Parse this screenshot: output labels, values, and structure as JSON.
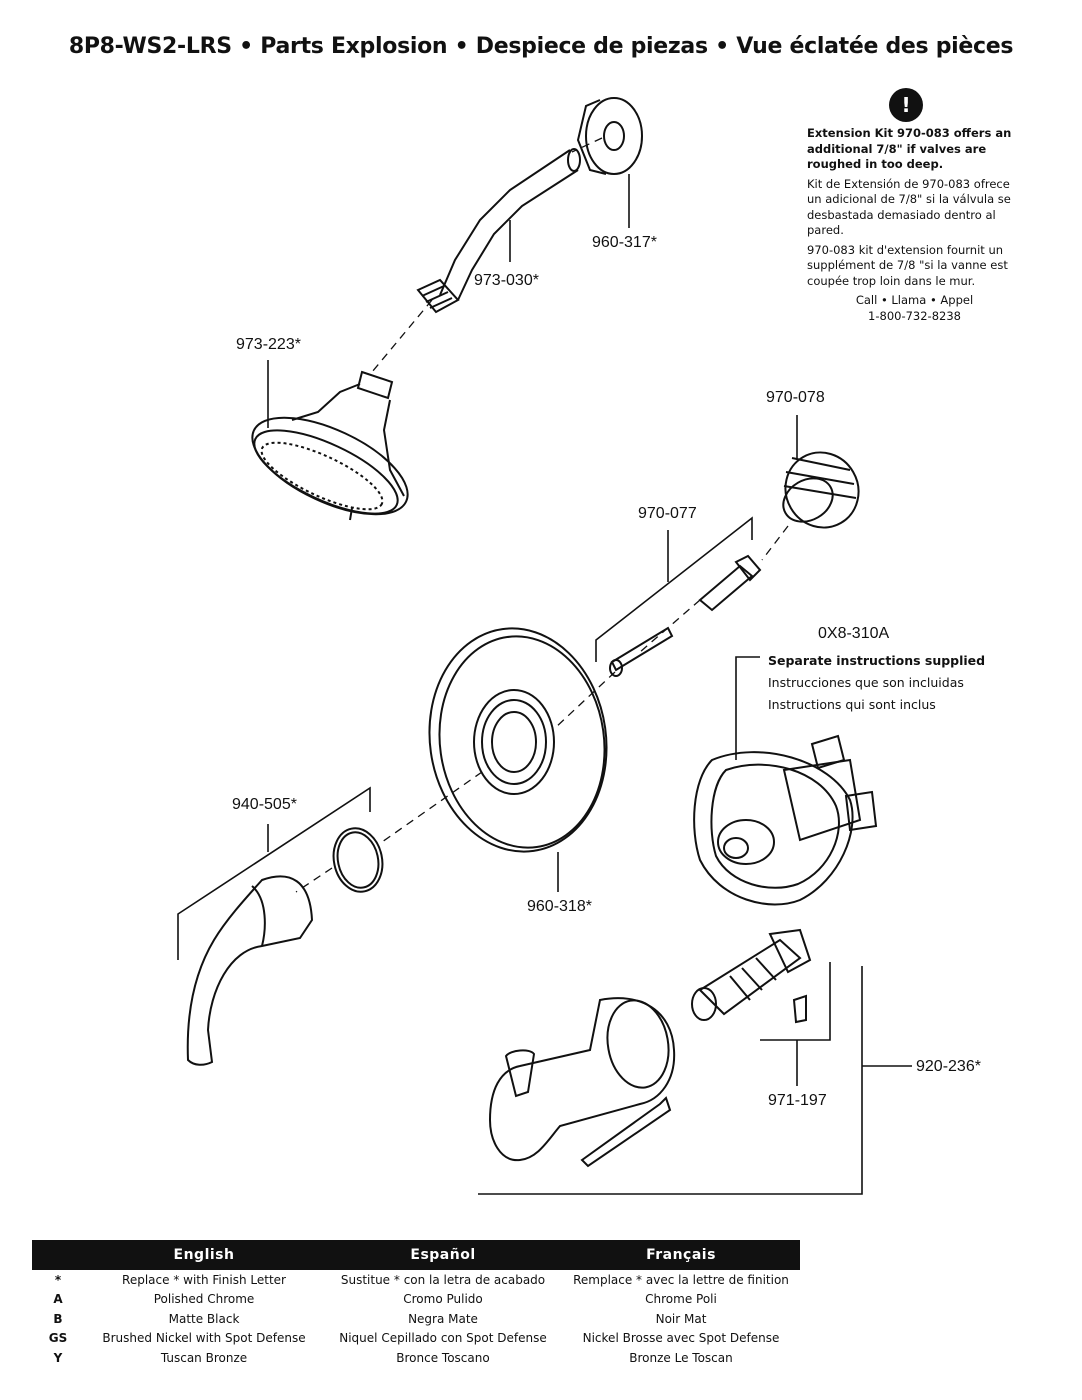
{
  "title": "8P8-WS2-LRS • Parts Explosion • Despiece de piezas • Vue éclatée des pièces",
  "labels": {
    "p960_317": "960-317*",
    "p973_030": "973-030*",
    "p973_223": "973-223*",
    "p970_078": "970-078",
    "p970_077": "970-077",
    "p0x8_310a": "0X8-310A",
    "p940_505": "940-505*",
    "p960_318": "960-318*",
    "p920_236": "920-236*",
    "p971_197": "971-197"
  },
  "extension_note": {
    "icon_glyph": "!",
    "icon_name": "warning-icon",
    "english": "Extension Kit 970-083 offers an additional 7/8\" if valves are roughed in too deep.",
    "spanish": "Kit de Extensión de 970-083 ofrece un adicional de 7/8\" si la válvula se desbastada demasiado dentro al pared.",
    "french": "970-083 kit d'extension fournit un supplément de 7/8 \"si la vanne est coupée trop loin dans le mur.",
    "call": "Call • Llama • Appel",
    "phone": "1-800-732-8238"
  },
  "separate_instructions": {
    "english": "Separate instructions supplied",
    "spanish": "Instrucciones que son incluidas",
    "french": "Instructions qui sont inclus"
  },
  "legend": {
    "headers": [
      "English",
      "Español",
      "Français"
    ],
    "rows": [
      {
        "code": "*",
        "en": "Replace * with Finish Letter",
        "es": "Sustitue * con la letra de acabado",
        "fr": "Remplace * avec la lettre de finition"
      },
      {
        "code": "A",
        "en": "Polished Chrome",
        "es": "Cromo Pulido",
        "fr": "Chrome Poli"
      },
      {
        "code": "B",
        "en": "Matte Black",
        "es": "Negra Mate",
        "fr": "Noir Mat"
      },
      {
        "code": "GS",
        "en": "Brushed Nickel with Spot Defense",
        "es": "Niquel Cepillado con Spot Defense",
        "fr": "Nickel Brosse avec Spot Defense"
      },
      {
        "code": "Y",
        "en": "Tuscan Bronze",
        "es": "Bronce Toscano",
        "fr": "Bronze Le Toscan"
      }
    ]
  }
}
